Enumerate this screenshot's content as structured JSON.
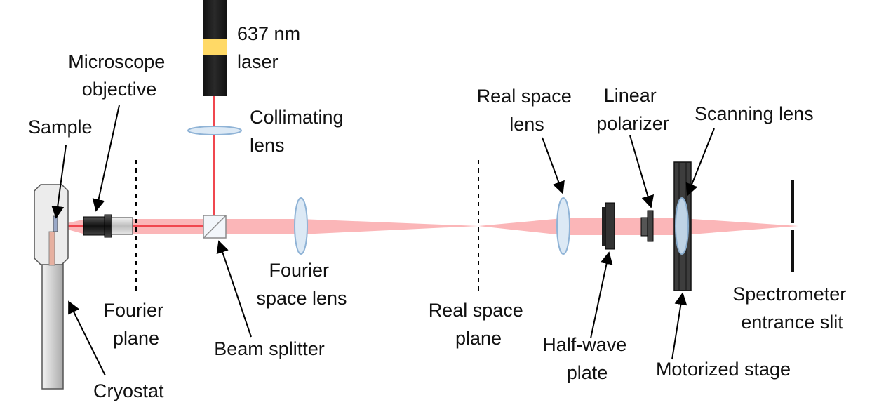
{
  "labels": {
    "laser": [
      "637 nm",
      "laser"
    ],
    "microscope_objective": [
      "Microscope",
      "objective"
    ],
    "sample": [
      "Sample"
    ],
    "collimating_lens": [
      "Collimating",
      "lens"
    ],
    "real_space_lens": [
      "Real space",
      "lens"
    ],
    "linear_polarizer": [
      "Linear",
      "polarizer"
    ],
    "scanning_lens": [
      "Scanning lens"
    ],
    "fourier_plane": [
      "Fourier",
      "plane"
    ],
    "fourier_space_lens": [
      "Fourier",
      "space lens"
    ],
    "real_space_plane": [
      "Real space",
      "plane"
    ],
    "beam_splitter": [
      "Beam splitter"
    ],
    "half_wave_plate": [
      "Half-wave",
      "plate"
    ],
    "motorized_stage": [
      "Motorized stage"
    ],
    "spectrometer_slit": [
      "Spectrometer",
      "entrance slit"
    ],
    "cryostat": [
      "Cryostat"
    ]
  },
  "colors": {
    "laser_beam": "#f0474f",
    "collected_beam": "#fbb6b8",
    "laser_band": "#ffd966",
    "lens_fill": "#dce9f5",
    "lens_stroke": "#8fb3d6",
    "dark_part": "#333333",
    "cryostat_fill": "#e6e6e6"
  }
}
